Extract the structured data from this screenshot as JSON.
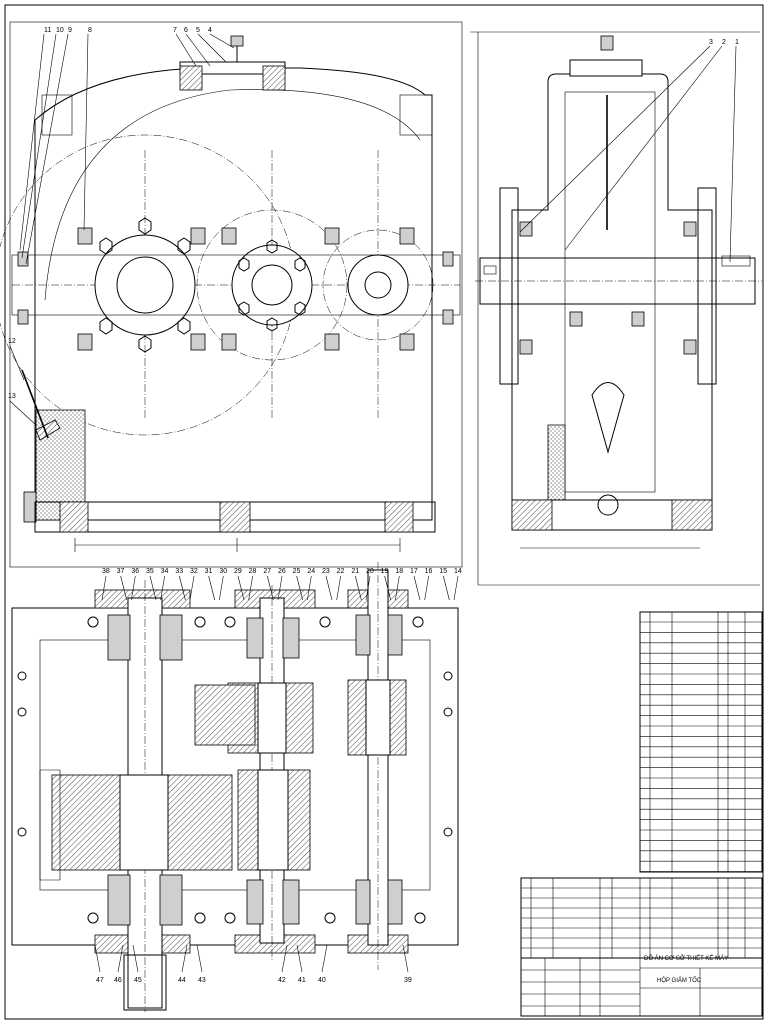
{
  "title_block": {
    "project_title": "ĐỒ ÁN CƠ SỞ THIẾT KẾ MÁY",
    "drawing_title": "HỘP GIẢM TỐC"
  },
  "callouts": {
    "front_view": [
      "11",
      "10",
      "9",
      "8",
      "7",
      "6",
      "5",
      "4",
      "12",
      "13"
    ],
    "side_view": [
      "3",
      "2",
      "1"
    ],
    "section_top": [
      "38",
      "37",
      "36",
      "35",
      "34",
      "33",
      "32",
      "31",
      "30",
      "29",
      "28",
      "27",
      "26",
      "25",
      "24",
      "23",
      "22",
      "21",
      "20",
      "19",
      "18",
      "17",
      "16",
      "15",
      "14"
    ],
    "section_bottom": [
      "47",
      "46",
      "45",
      "44",
      "43",
      "42",
      "41",
      "40",
      "39"
    ]
  },
  "colors": {
    "line": "#000000",
    "background": "#ffffff"
  }
}
